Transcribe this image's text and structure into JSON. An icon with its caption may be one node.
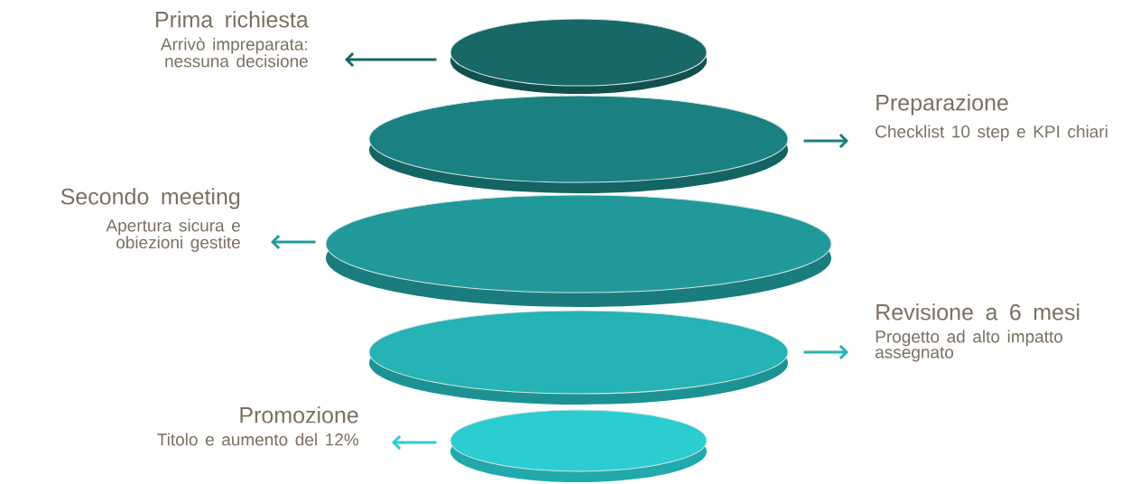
{
  "diagram": {
    "nodes": [
      {
        "text": [],
        "shape": "ellipse"
      },
      {
        "text": [],
        "shape": "ellipse"
      },
      {
        "text": [],
        "shape": "ellipse"
      },
      {
        "text": [],
        "shape": "ellipse"
      },
      {
        "text": [],
        "shape": "ellipse"
      },
      {
        "text": [
          "Prima richiesta",
          "Arrivò impreparata: nessuna decisione"
        ]
      },
      {
        "text": [
          "Preparazione",
          "Checklist 10 step e KPI chiari"
        ]
      },
      {
        "text": [
          "Secondo meeting",
          "Apertura sicura e obiezioni gestite"
        ]
      },
      {
        "text": [
          "Revisione a 6 mesi",
          "Progetto ad alto impatto assegnato"
        ]
      },
      {
        "text": [
          "Promozione",
          "Titolo e aumento del 12%"
        ]
      }
    ],
    "edges": [
      {
        "from": 0,
        "to": 5,
        "arrow": "to",
        "color": "#176866"
      },
      {
        "from": 1,
        "to": 6,
        "arrow": "to",
        "color": "#1b8080"
      },
      {
        "from": 2,
        "to": 7,
        "arrow": "to",
        "color": "#21999a"
      },
      {
        "from": 3,
        "to": 8,
        "arrow": "to",
        "color": "#25b3b5"
      },
      {
        "from": 4,
        "to": 9,
        "arrow": "to",
        "color": "#2bcdd1"
      }
    ]
  }
}
